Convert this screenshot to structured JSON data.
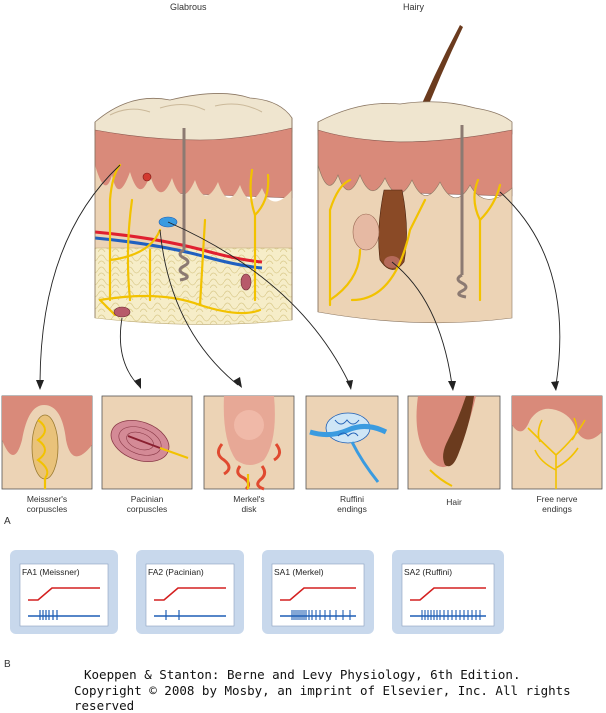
{
  "titles": {
    "glabrous": "Glabrous",
    "hairy": "Hairy"
  },
  "panel_letters": {
    "a": "A",
    "b": "B"
  },
  "receptors": [
    {
      "label_line1": "Meissner's",
      "label_line2": "corpuscles"
    },
    {
      "label_line1": "Pacinian",
      "label_line2": "corpuscles"
    },
    {
      "label_line1": "Merkel's",
      "label_line2": "disk"
    },
    {
      "label_line1": "Ruffini",
      "label_line2": "endings"
    },
    {
      "label_line1": "Hair",
      "label_line2": ""
    },
    {
      "label_line1": "Free nerve",
      "label_line2": "endings"
    }
  ],
  "responses": [
    {
      "label": "FA1 (Meissner)",
      "pattern": "fast-onset"
    },
    {
      "label": "FA2 (Pacinian)",
      "pattern": "fast-onset-offset"
    },
    {
      "label": "SA1 (Merkel)",
      "pattern": "slow-irregular"
    },
    {
      "label": "SA2 (Ruffini)",
      "pattern": "slow-regular"
    }
  ],
  "caption": {
    "line1": "Koeppen & Stanton: Berne and Levy Physiology, 6th Edition.",
    "line2": "Copyright © 2008 by Mosby, an imprint of Elsevier, Inc. All rights reserved"
  },
  "colors": {
    "skin_surface": "#e8dcc4",
    "epidermis": "#d98a7a",
    "dermis": "#ecd3b5",
    "nerve": "#f2c200",
    "hair": "#6b3b1e",
    "artery": "#e02030",
    "vein": "#2060c0",
    "ruffini": "#3a9be0",
    "trace_red": "#d42020",
    "trace_blue": "#1f5fb5",
    "panel_bg": "#c8d8ec"
  }
}
